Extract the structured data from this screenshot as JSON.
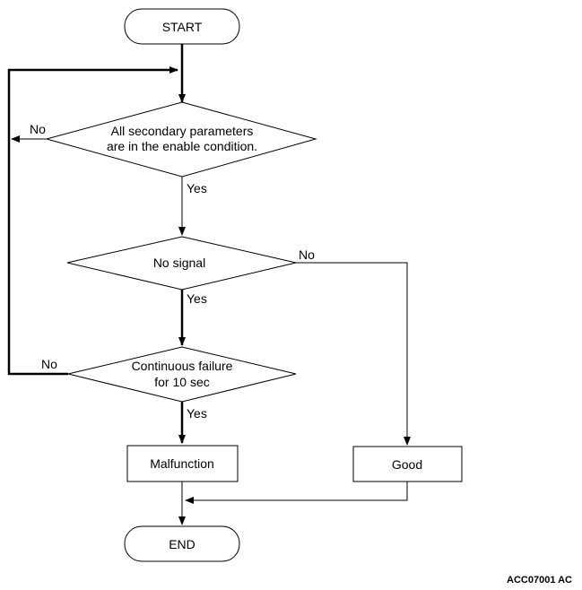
{
  "nodes": {
    "start": "START",
    "check_params": [
      "All secondary parameters",
      "are in the enable condition."
    ],
    "no_signal": "No signal",
    "continuous_failure": [
      "Continuous failure",
      "for 10 sec"
    ],
    "malfunction": "Malfunction",
    "good": "Good",
    "end": "END"
  },
  "edge_labels": {
    "params_no": "No",
    "params_yes": "Yes",
    "signal_no": "No",
    "signal_yes": "Yes",
    "failure_no": "No",
    "failure_yes": "Yes"
  },
  "figure_code": "ACC07001 AC"
}
